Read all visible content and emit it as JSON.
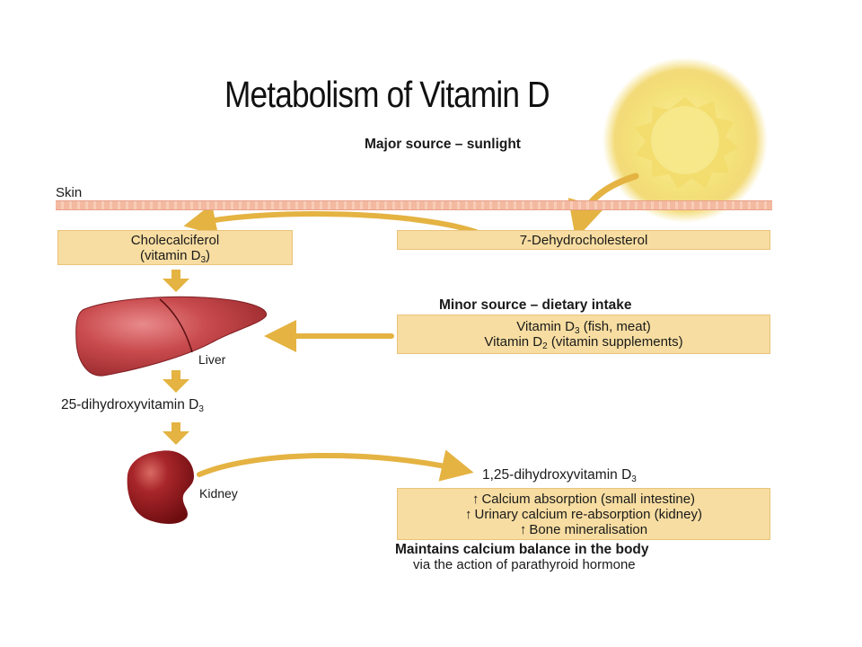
{
  "title": "Metabolism of Vitamin D",
  "sunlight_label": "Major source – sunlight",
  "skin_label": "Skin",
  "cholecalciferol": {
    "line1": "Cholecalciferol",
    "line2_prefix": "(vitamin D",
    "line2_sub": "3",
    "line2_suffix": ")"
  },
  "dehydrocholesterol": "7-Dehydrocholesterol",
  "dietary_header": "Minor source – dietary intake",
  "dietary_box": {
    "line1_prefix": "Vitamin D",
    "line1_sub": "3",
    "line1_suffix": " (fish, meat)",
    "line2_prefix": "Vitamin D",
    "line2_sub": "2",
    "line2_suffix": " (vitamin supplements)"
  },
  "liver_label": "Liver",
  "hydroxy25": {
    "prefix": "25-dihydroxyvitamin D",
    "sub": "3"
  },
  "kidney_label": "Kidney",
  "hydroxy125": {
    "prefix": "1,25-dihydroxyvitamin D",
    "sub": "3"
  },
  "effects": [
    {
      "arrow": "↑",
      "text": "Calcium absorption (small intestine)"
    },
    {
      "arrow": "↑",
      "text": "Urinary calcium re-absorption (kidney)"
    },
    {
      "arrow": "↑",
      "text": "Bone mineralisation"
    }
  ],
  "footer_bold": "Maintains calcium balance in the body",
  "footer_normal": "via the action of parathyroid hormone",
  "colors": {
    "box_fill": "#f7dda1",
    "arrow": "#e4b342",
    "liver": "#c94b4e",
    "kidney": "#8e1518",
    "sun": "#f4e27a"
  }
}
